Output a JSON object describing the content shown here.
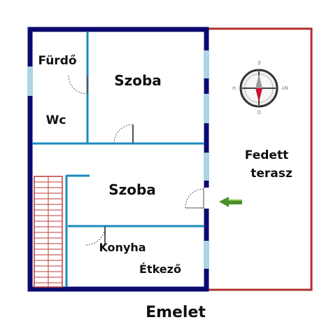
{
  "floor_plan": {
    "title": "Emelet",
    "rooms": {
      "bathroom": "Fürdő",
      "wc": "Wc",
      "room_top": "Szoba",
      "room_middle": "Szoba",
      "kitchen": "Konyha",
      "dining": "Étkező",
      "terrace_line1": "Fedett",
      "terrace_line2": "terasz"
    },
    "compass": {
      "north": "É",
      "south": "D",
      "east": "K",
      "west": "NY"
    },
    "colors": {
      "outer_wall": "#0a0a6e",
      "inner_wall": "#1a8bbf",
      "terrace_outline": "#b03030",
      "window": "#a8d4e6",
      "stairs": "#c23a3a",
      "entrance_arrow": "#4a8f2a",
      "compass_needle": "#c8102e"
    },
    "icons": [
      "compass-icon",
      "entrance-arrow-icon",
      "stairs-icon",
      "door-swing-icon"
    ]
  }
}
